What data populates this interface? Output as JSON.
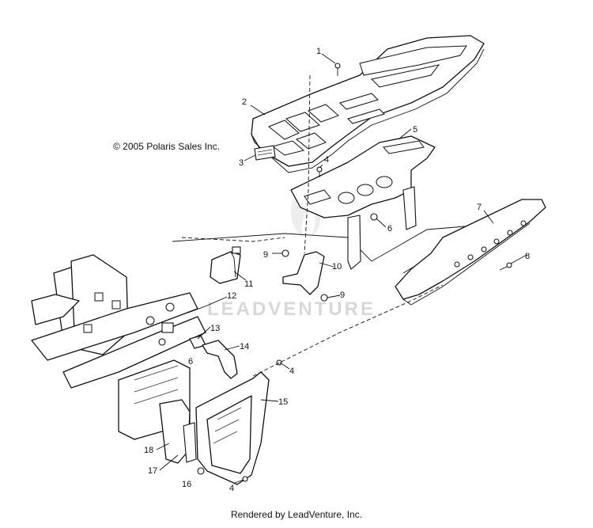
{
  "copyright": "© 2005 Polaris Sales Inc.",
  "footer": "Rendered by LeadVenture, Inc.",
  "watermark": "LEADVENTURE",
  "callouts": [
    {
      "id": "c1",
      "label": "1"
    },
    {
      "id": "c2",
      "label": "2"
    },
    {
      "id": "c3",
      "label": "3"
    },
    {
      "id": "c4a",
      "label": "4"
    },
    {
      "id": "c5",
      "label": "5"
    },
    {
      "id": "c6a",
      "label": "6"
    },
    {
      "id": "c7",
      "label": "7"
    },
    {
      "id": "c8",
      "label": "8"
    },
    {
      "id": "c9a",
      "label": "9"
    },
    {
      "id": "c10",
      "label": "10"
    },
    {
      "id": "c11",
      "label": "11"
    },
    {
      "id": "c9b",
      "label": "9"
    },
    {
      "id": "c12",
      "label": "12"
    },
    {
      "id": "c13",
      "label": "13"
    },
    {
      "id": "c14",
      "label": "14"
    },
    {
      "id": "c6b",
      "label": "6"
    },
    {
      "id": "c4b",
      "label": "4"
    },
    {
      "id": "c15",
      "label": "15"
    },
    {
      "id": "c18",
      "label": "18"
    },
    {
      "id": "c17",
      "label": "17"
    },
    {
      "id": "c16",
      "label": "16"
    },
    {
      "id": "c4c",
      "label": "4"
    }
  ]
}
